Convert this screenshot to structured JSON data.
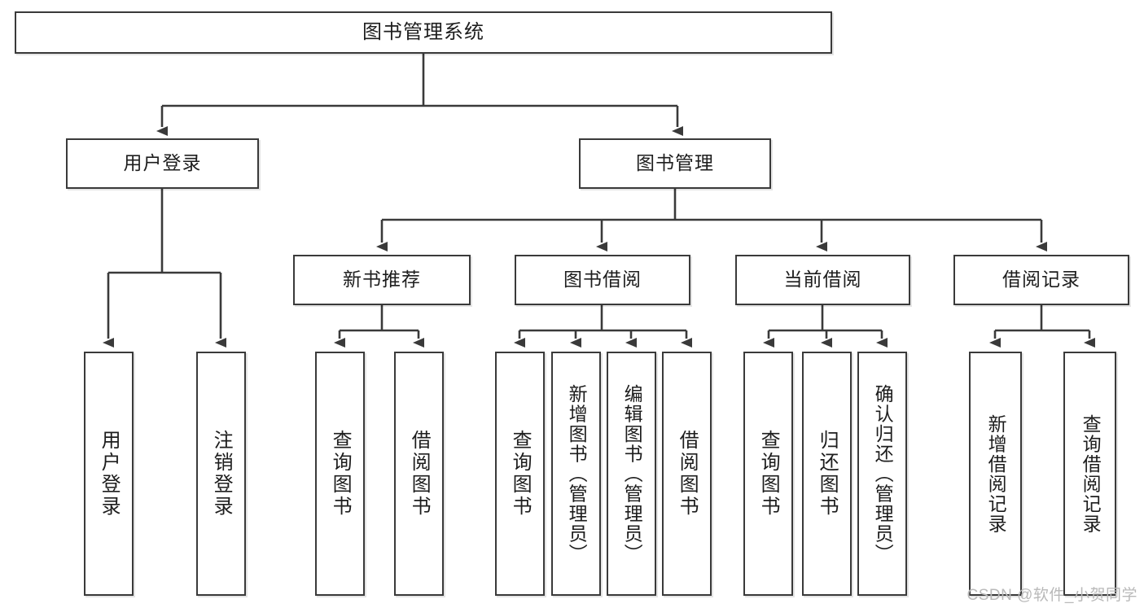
{
  "diagram": {
    "type": "tree",
    "title": "图书管理系统",
    "orientation": "top-down",
    "line_color": "#3a3a3a",
    "box_fill": "#ffffff",
    "text_color": "#1d1d1d",
    "root": {
      "label": "图书管理系统"
    },
    "level2": [
      {
        "label": "用户登录"
      },
      {
        "label": "图书管理"
      }
    ],
    "level3": [
      {
        "label": "新书推荐"
      },
      {
        "label": "图书借阅"
      },
      {
        "label": "当前借阅"
      },
      {
        "label": "借阅记录"
      }
    ],
    "leaves": {
      "user_login": [
        {
          "label": "用户登录"
        },
        {
          "label": "注销登录"
        }
      ],
      "new_book": [
        {
          "label": "查询图书"
        },
        {
          "label": "借阅图书"
        }
      ],
      "borrow_book": [
        {
          "label": "查询图书"
        },
        {
          "label": "新增图书（管理员）"
        },
        {
          "label": "编辑图书（管理员）"
        },
        {
          "label": "借阅图书"
        }
      ],
      "current_borrow": [
        {
          "label": "查询图书"
        },
        {
          "label": "归还图书"
        },
        {
          "label": "确认归还（管理员）"
        }
      ],
      "borrow_record": [
        {
          "label": "新增借阅记录"
        },
        {
          "label": "查询借阅记录"
        }
      ]
    }
  },
  "watermark": {
    "text": "CSDN @软件_小贺同学"
  }
}
